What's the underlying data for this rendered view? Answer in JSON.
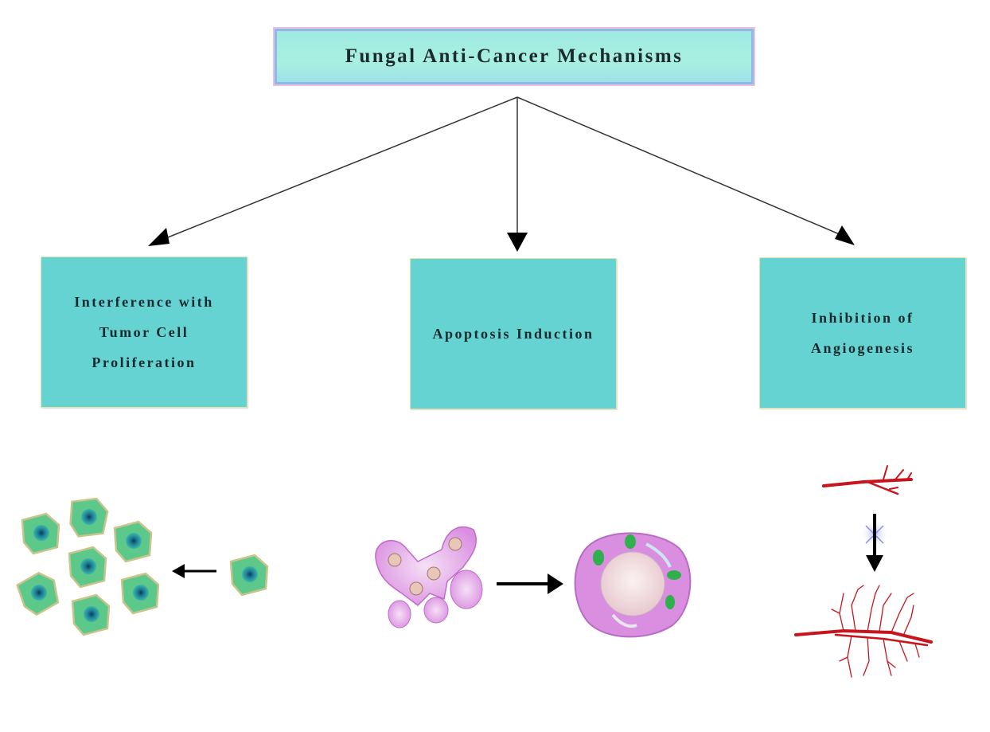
{
  "title": "Fungal Anti-Cancer Mechanisms",
  "mechanisms": [
    {
      "lines": [
        "Interference with",
        "Tumor Cell",
        "Proliferation"
      ],
      "illustration": "tumor-cell-proliferation"
    },
    {
      "lines": [
        "Apoptosis Induction"
      ],
      "illustration": "apoptosis-cell-transition"
    },
    {
      "lines": [
        "Inhibition of",
        "Angiogenesis"
      ],
      "illustration": "blocked-angiogenesis"
    }
  ],
  "colors": {
    "box_fill": "#66d3d3",
    "title_fill": "#a8f0e0",
    "cell_green": "#5cc98a",
    "cell_purple": "#d98ee0",
    "vessel_red": "#c8141c"
  }
}
